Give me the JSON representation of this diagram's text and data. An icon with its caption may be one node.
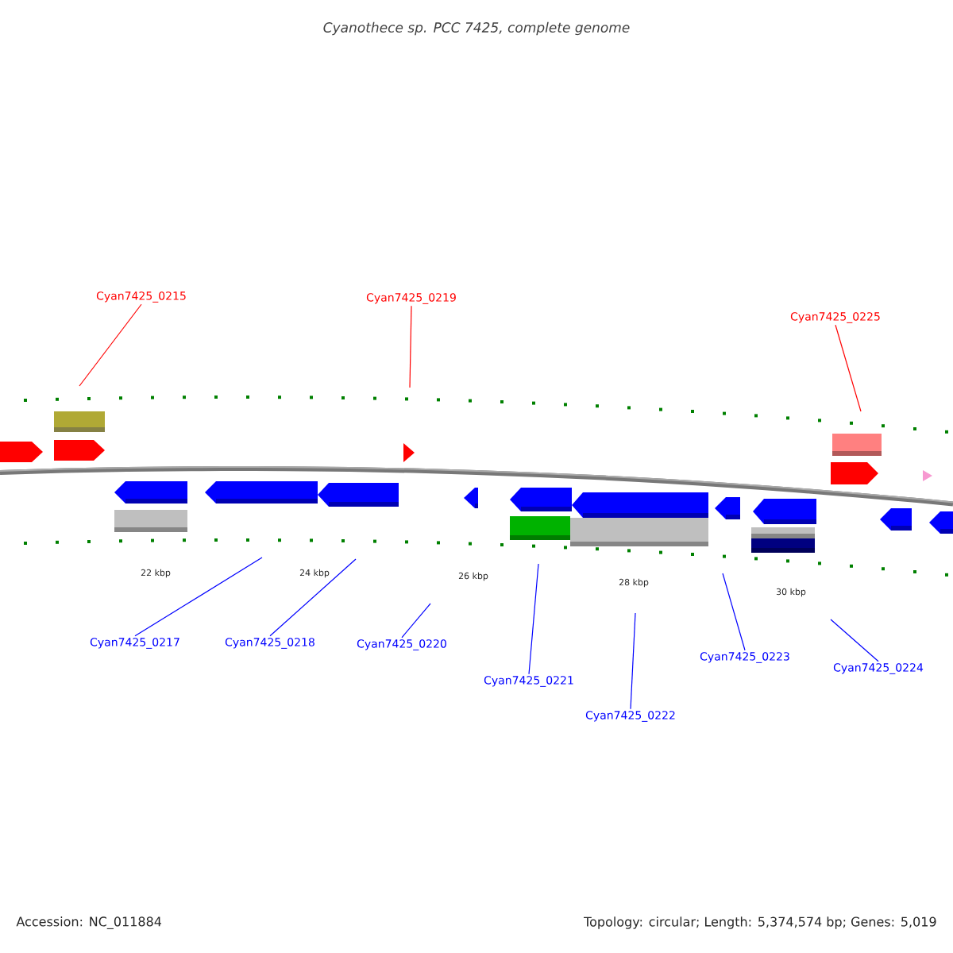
{
  "diagram": {
    "title": "Cyanothece sp. PCC 7425, complete genome",
    "nodes": [
      {
        "text": [
          "Cyan7425_0215"
        ]
      },
      {
        "text": [
          "Cyan7425_0219"
        ]
      },
      {
        "text": [
          "Cyan7425_0225"
        ]
      },
      {
        "text": [
          "Cyan7425_0217"
        ]
      },
      {
        "text": [
          "Cyan7425_0218"
        ]
      },
      {
        "text": [
          "Cyan7425_0220"
        ]
      },
      {
        "text": [
          "Cyan7425_0221"
        ]
      },
      {
        "text": [
          "Cyan7425_0222"
        ]
      },
      {
        "text": [
          "Cyan7425_0223"
        ]
      },
      {
        "text": [
          "Cyan7425_0224"
        ]
      }
    ],
    "edges": [
      {
        "from": 0,
        "to": null,
        "arrow": "none",
        "color": "#ff0000"
      },
      {
        "from": 1,
        "to": null,
        "arrow": "none",
        "color": "#ff0000"
      },
      {
        "from": 2,
        "to": null,
        "arrow": "none",
        "color": "#ff0000"
      },
      {
        "from": 3,
        "to": null,
        "arrow": "none"
      },
      {
        "from": 4,
        "to": null,
        "arrow": "none"
      },
      {
        "from": 5,
        "to": null,
        "arrow": "none"
      },
      {
        "from": 6,
        "to": null,
        "arrow": "none"
      },
      {
        "from": 7,
        "to": null,
        "arrow": "none"
      },
      {
        "from": 8,
        "to": null,
        "arrow": "none"
      },
      {
        "from": 9,
        "to": null,
        "arrow": "none"
      }
    ],
    "labels": [
      "22 kbp",
      "24 kbp",
      "26 kbp",
      "28 kbp",
      "30 kbp",
      "Accession: NC_011884",
      "Topology: circular; Length: 5,374,574 bp; Genes: 5,019"
    ]
  }
}
